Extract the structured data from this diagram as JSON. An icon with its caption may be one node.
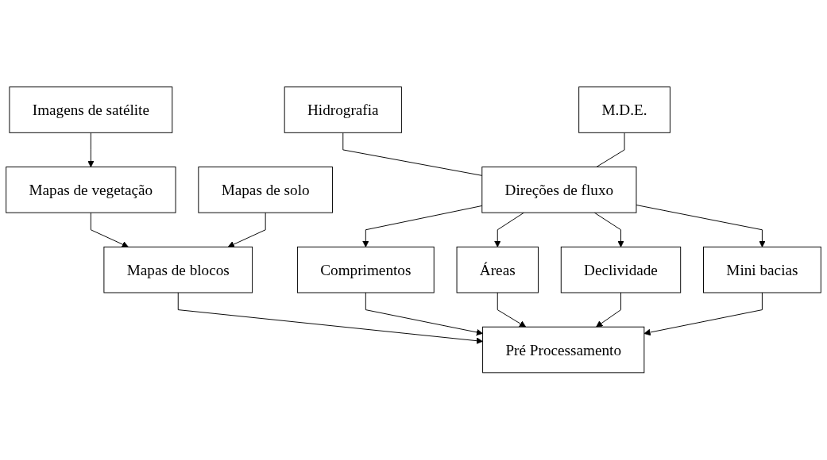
{
  "diagram": {
    "nodes": [
      {
        "text": [
          "Hidrografia"
        ]
      },
      {
        "text": [
          "M.D.E."
        ]
      },
      {
        "text": [
          "Direções de fluxo"
        ]
      },
      {
        "text": [
          "Comprimentos"
        ]
      },
      {
        "text": [
          "Áreas"
        ]
      },
      {
        "text": [
          "Declividade"
        ]
      },
      {
        "text": [
          "Mini bacias"
        ]
      },
      {
        "text": [
          "Imagens de satélite"
        ]
      },
      {
        "text": [
          "Mapas de vegetação"
        ]
      },
      {
        "text": [
          "Mapas de solo"
        ]
      },
      {
        "text": [
          "Mapas de blocos"
        ]
      },
      {
        "text": [
          "Pré Processamento"
        ]
      }
    ],
    "edges": [
      {
        "from": 0,
        "to": 2,
        "arrow": "none"
      },
      {
        "from": 1,
        "to": 2,
        "arrow": "none"
      },
      {
        "from": 2,
        "to": 3,
        "arrow": "to"
      },
      {
        "from": 2,
        "to": 4,
        "arrow": "to"
      },
      {
        "from": 2,
        "to": 5,
        "arrow": "to"
      },
      {
        "from": 2,
        "to": 6,
        "arrow": "to"
      },
      {
        "from": 7,
        "to": 8,
        "arrow": "to"
      },
      {
        "from": 8,
        "to": 10,
        "arrow": "to"
      },
      {
        "from": 9,
        "to": 10,
        "arrow": "to"
      },
      {
        "from": 10,
        "to": 11,
        "arrow": "to"
      },
      {
        "from": 3,
        "to": 11,
        "arrow": "to"
      },
      {
        "from": 4,
        "to": 11,
        "arrow": "to"
      },
      {
        "from": 5,
        "to": 11,
        "arrow": "to"
      },
      {
        "from": 6,
        "to": 11,
        "arrow": "to"
      }
    ]
  }
}
